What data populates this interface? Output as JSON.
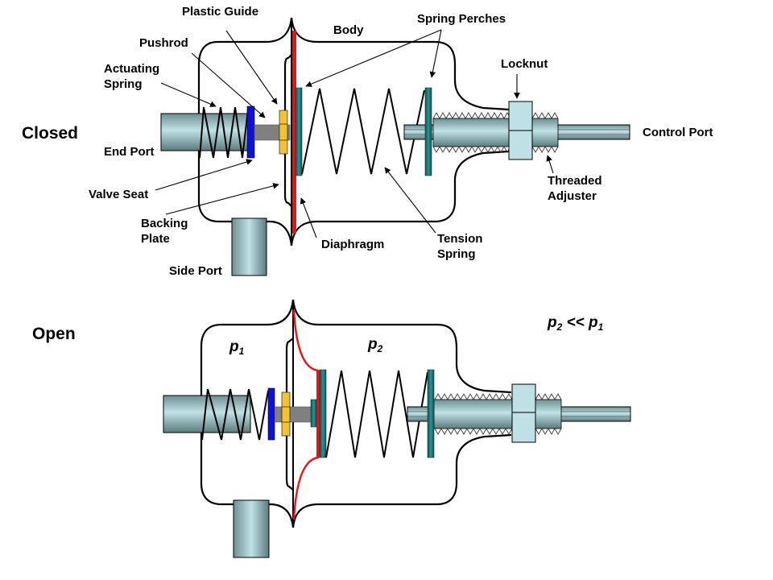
{
  "diagram": {
    "subject": "Pressure regulator valve cross-section",
    "colors": {
      "diaphragm": "#ee1111",
      "valve_seat": "#1010dd",
      "plastic_guide": "#f2c232",
      "pushrod": "#808080",
      "spring_perch": "#1e6f6f",
      "port_metal": "#b8dde0",
      "locknut": "#bfe0e4",
      "outline": "#000000"
    },
    "closed": {
      "state_label": "Closed",
      "labels": {
        "plastic_guide": "Plastic Guide",
        "body": "Body",
        "spring_perches": "Spring Perches",
        "pushrod": "Pushrod",
        "actuating_spring_line1": "Actuating",
        "actuating_spring_line2": "Spring",
        "locknut": "Locknut",
        "end_port": "End Port",
        "control_port": "Control Port",
        "valve_seat": "Valve Seat",
        "threaded_adjuster_line1": "Threaded",
        "threaded_adjuster_line2": "Adjuster",
        "backing_plate_line1": "Backing",
        "backing_plate_line2": "Plate",
        "diaphragm": "Diaphragm",
        "tension_spring_line1": "Tension",
        "tension_spring_line2": "Spring",
        "side_port": "Side Port"
      }
    },
    "open": {
      "state_label": "Open",
      "p1": {
        "base": "p",
        "sub": "1"
      },
      "p2": {
        "base": "p",
        "sub": "2"
      },
      "relation": {
        "lhs_base": "p",
        "lhs_sub": "2",
        "op": " << ",
        "rhs_base": "p",
        "rhs_sub": "1"
      }
    }
  }
}
